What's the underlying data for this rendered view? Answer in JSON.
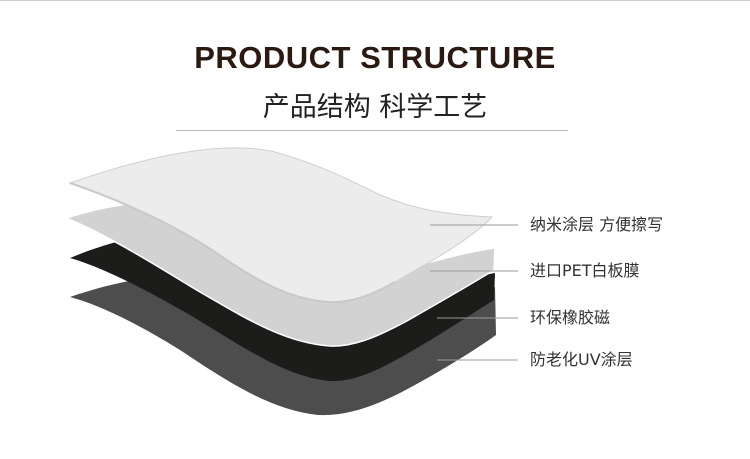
{
  "header": {
    "title_en": "PRODUCT STRUCTURE",
    "title_cn": "产品结构 科学工艺"
  },
  "layers": [
    {
      "label": "纳米涂层 方便擦写",
      "color": "#ececec"
    },
    {
      "label": "进口PET白板膜",
      "color": "#d2d2d2"
    },
    {
      "label": "环保橡胶磁",
      "color": "#1c1c1a"
    },
    {
      "label": "防老化UV涂层",
      "color": "#4d4d4d"
    }
  ]
}
